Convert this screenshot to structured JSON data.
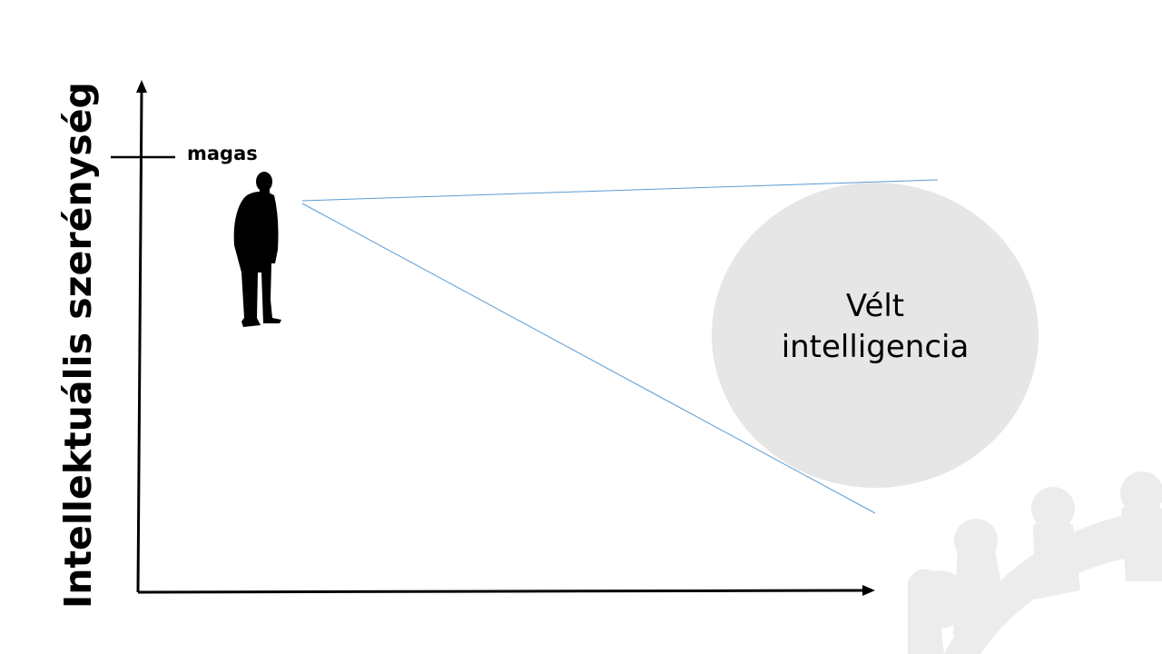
{
  "slide": {
    "y_axis_title": "Intellektuális szerénység",
    "y_tick_label": "magas",
    "bubble": {
      "line1": "Vélt",
      "line2": "intelligencia"
    }
  },
  "colors": {
    "axis": "#000000",
    "ray": "#5b9bd5",
    "bubble": "#e6e6e6",
    "watermark": "#ececec",
    "figure": "#000000"
  },
  "icons": {
    "figure": "person-silhouette-icon",
    "watermark": "people-circle-logo"
  }
}
